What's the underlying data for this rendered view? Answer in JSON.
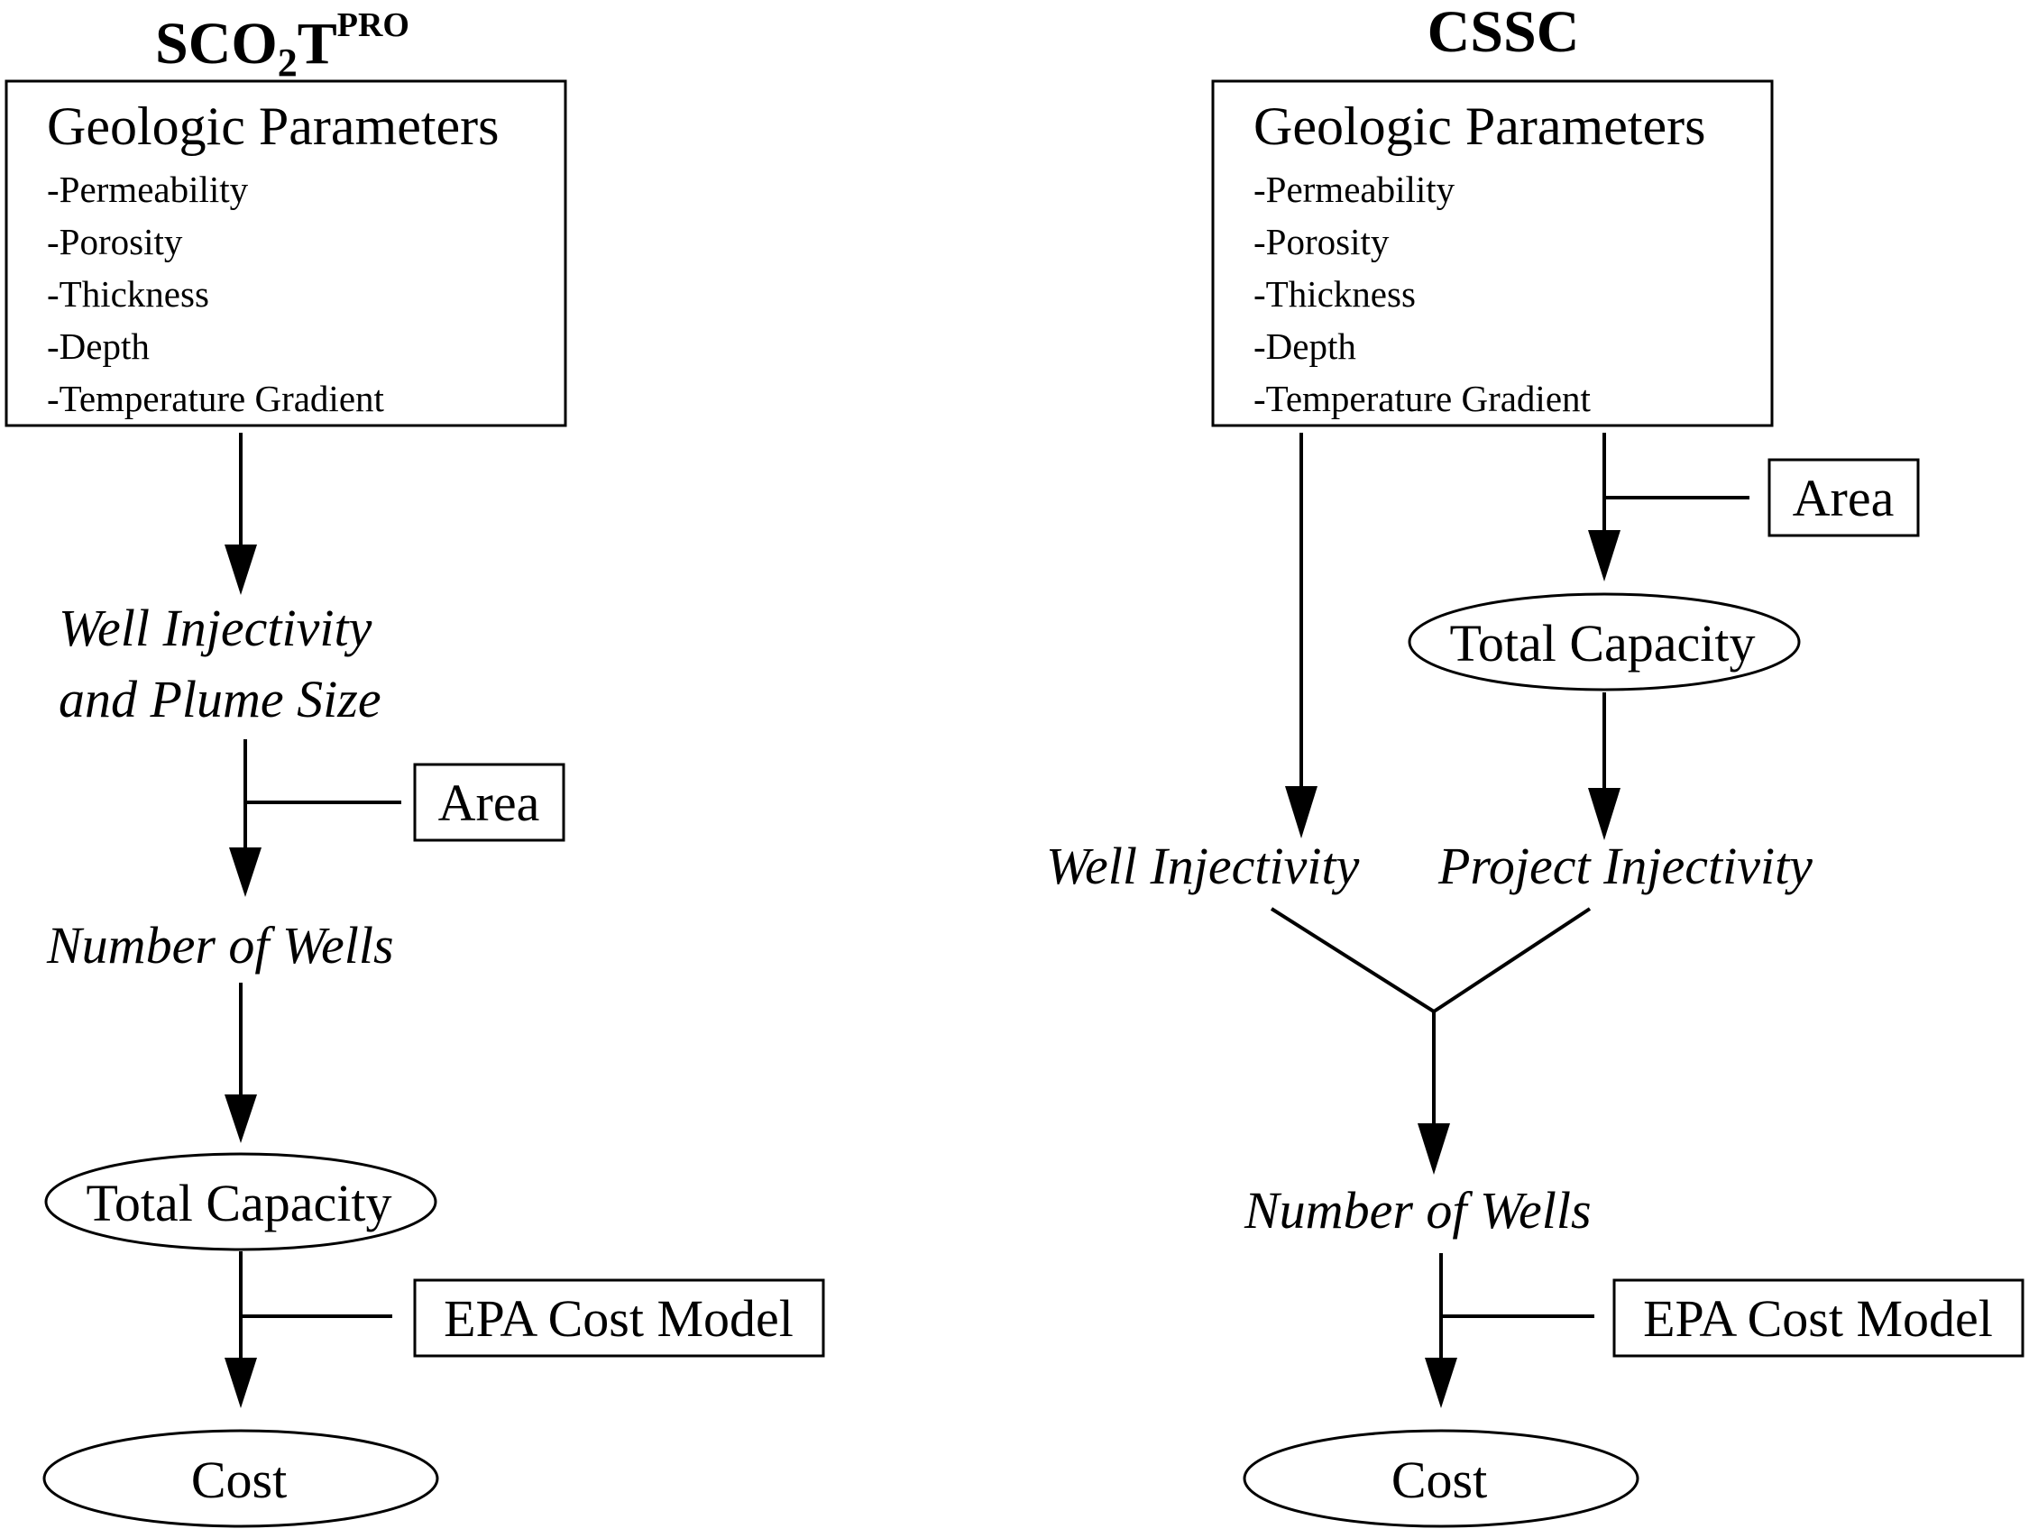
{
  "left": {
    "title_main_1": "SCO",
    "title_sub": "2",
    "title_main_2": "T",
    "title_sup": "PRO",
    "geologic_box": {
      "heading": "Geologic Parameters",
      "items": [
        "-Permeability",
        "-Porosity",
        "-Thickness",
        "-Depth",
        "-Temperature Gradient"
      ]
    },
    "well_injectivity_line1": "Well Injectivity",
    "well_injectivity_line2": "and Plume Size",
    "area": "Area",
    "number_of_wells": "Number of Wells",
    "total_capacity": "Total Capacity",
    "epa_cost_model": "EPA Cost Model",
    "cost": "Cost"
  },
  "right": {
    "title": "CSSC",
    "geologic_box": {
      "heading": "Geologic Parameters",
      "items": [
        "-Permeability",
        "-Porosity",
        "-Thickness",
        "-Depth",
        "-Temperature Gradient"
      ]
    },
    "area": "Area",
    "total_capacity": "Total Capacity",
    "well_injectivity": "Well Injectivity",
    "project_injectivity": "Project Injectivity",
    "number_of_wells": "Number of Wells",
    "epa_cost_model": "EPA Cost Model",
    "cost": "Cost"
  }
}
